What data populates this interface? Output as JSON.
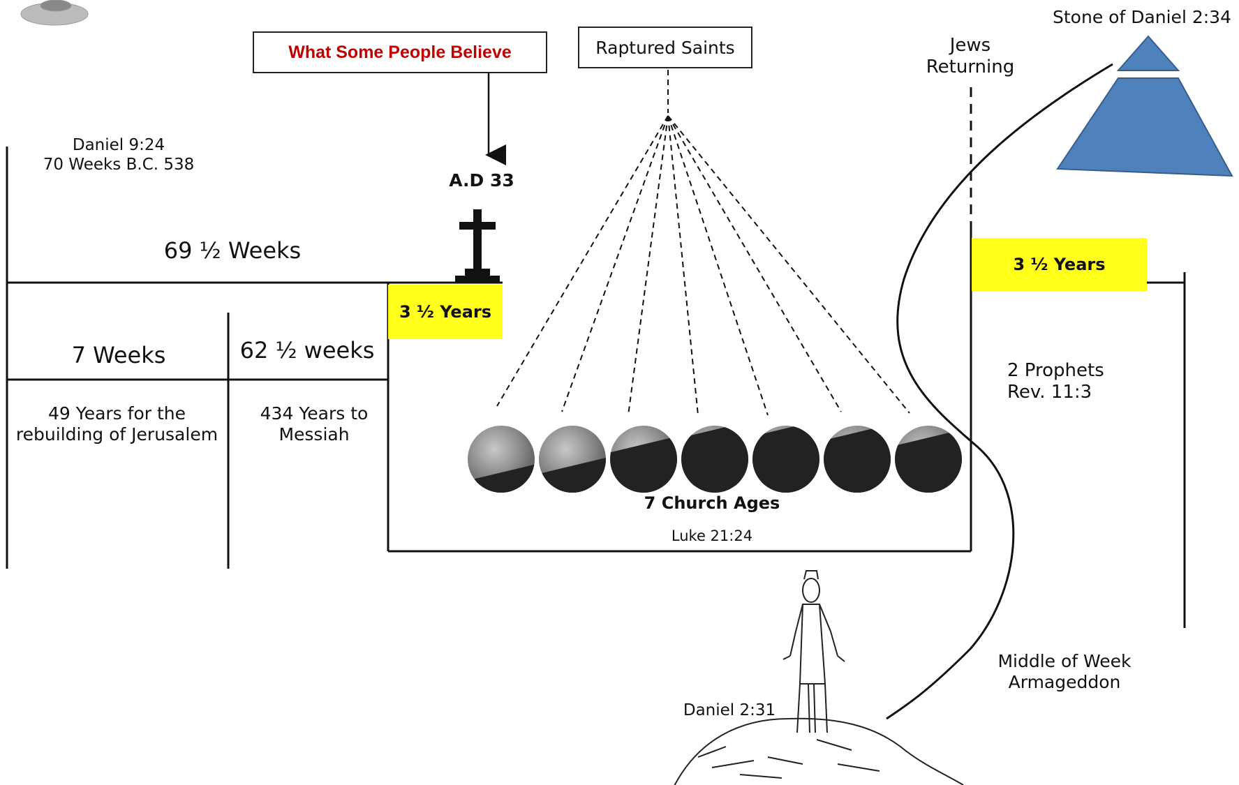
{
  "colors": {
    "callout_text": "#c00000",
    "highlight": "#ffff1a",
    "stone": "#4f81bd",
    "stone_border": "#385d8a",
    "moon_light": "#9a9a9a",
    "moon_dark": "#222222"
  },
  "callout": {
    "label": "What Some People Believe"
  },
  "raptured": {
    "label": "Raptured Saints"
  },
  "stone": {
    "label": "Stone of Daniel 2:34"
  },
  "jews": {
    "line1": "Jews",
    "line2": "Returning"
  },
  "daniel_924": {
    "line1": "Daniel 9:24",
    "line2": "70 Weeks B.C. 538"
  },
  "ad33": {
    "label": "A.D 33"
  },
  "weeks_69": {
    "label": "69  ½ Weeks"
  },
  "years_left": {
    "label": "3 ½ Years"
  },
  "years_right": {
    "label": "3 ½ Years"
  },
  "weeks_7": {
    "label": "7 Weeks"
  },
  "weeks_62": {
    "label": "62 ½  weeks"
  },
  "years_49": {
    "line1": "49 Years for the",
    "line2": "rebuilding of Jerusalem"
  },
  "years_434": {
    "line1": "434 Years to",
    "line2": "Messiah"
  },
  "prophets": {
    "line1": "2 Prophets",
    "line2": "Rev. 11:3"
  },
  "church_ages": {
    "label": "7 Church Ages",
    "count": 7
  },
  "luke": {
    "label": "Luke 21:24"
  },
  "armageddon": {
    "line1": "Middle of  Week",
    "line2": "Armageddon"
  },
  "daniel_231": {
    "label": "Daniel 2:31"
  },
  "icons": [
    "cross-icon",
    "moon-icon",
    "statue-icon",
    "stone-icon"
  ]
}
